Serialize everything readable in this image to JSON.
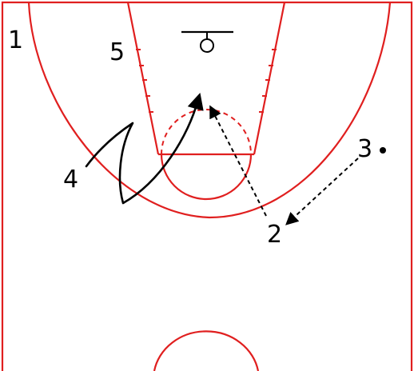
{
  "diagram": {
    "colors": {
      "court_lines": "#e01f1f",
      "players_and_movement": "#000000",
      "background": "#ffffff"
    },
    "players": [
      {
        "id": "1",
        "label": "1"
      },
      {
        "id": "2",
        "label": "2"
      },
      {
        "id": "3",
        "label": "3"
      },
      {
        "id": "4",
        "label": "4"
      },
      {
        "id": "5",
        "label": "5"
      }
    ],
    "actions": [
      {
        "type": "pass",
        "from": "3",
        "to": "2"
      },
      {
        "type": "pass",
        "from": "2",
        "to": "4"
      },
      {
        "type": "cut",
        "player": "4"
      }
    ]
  }
}
